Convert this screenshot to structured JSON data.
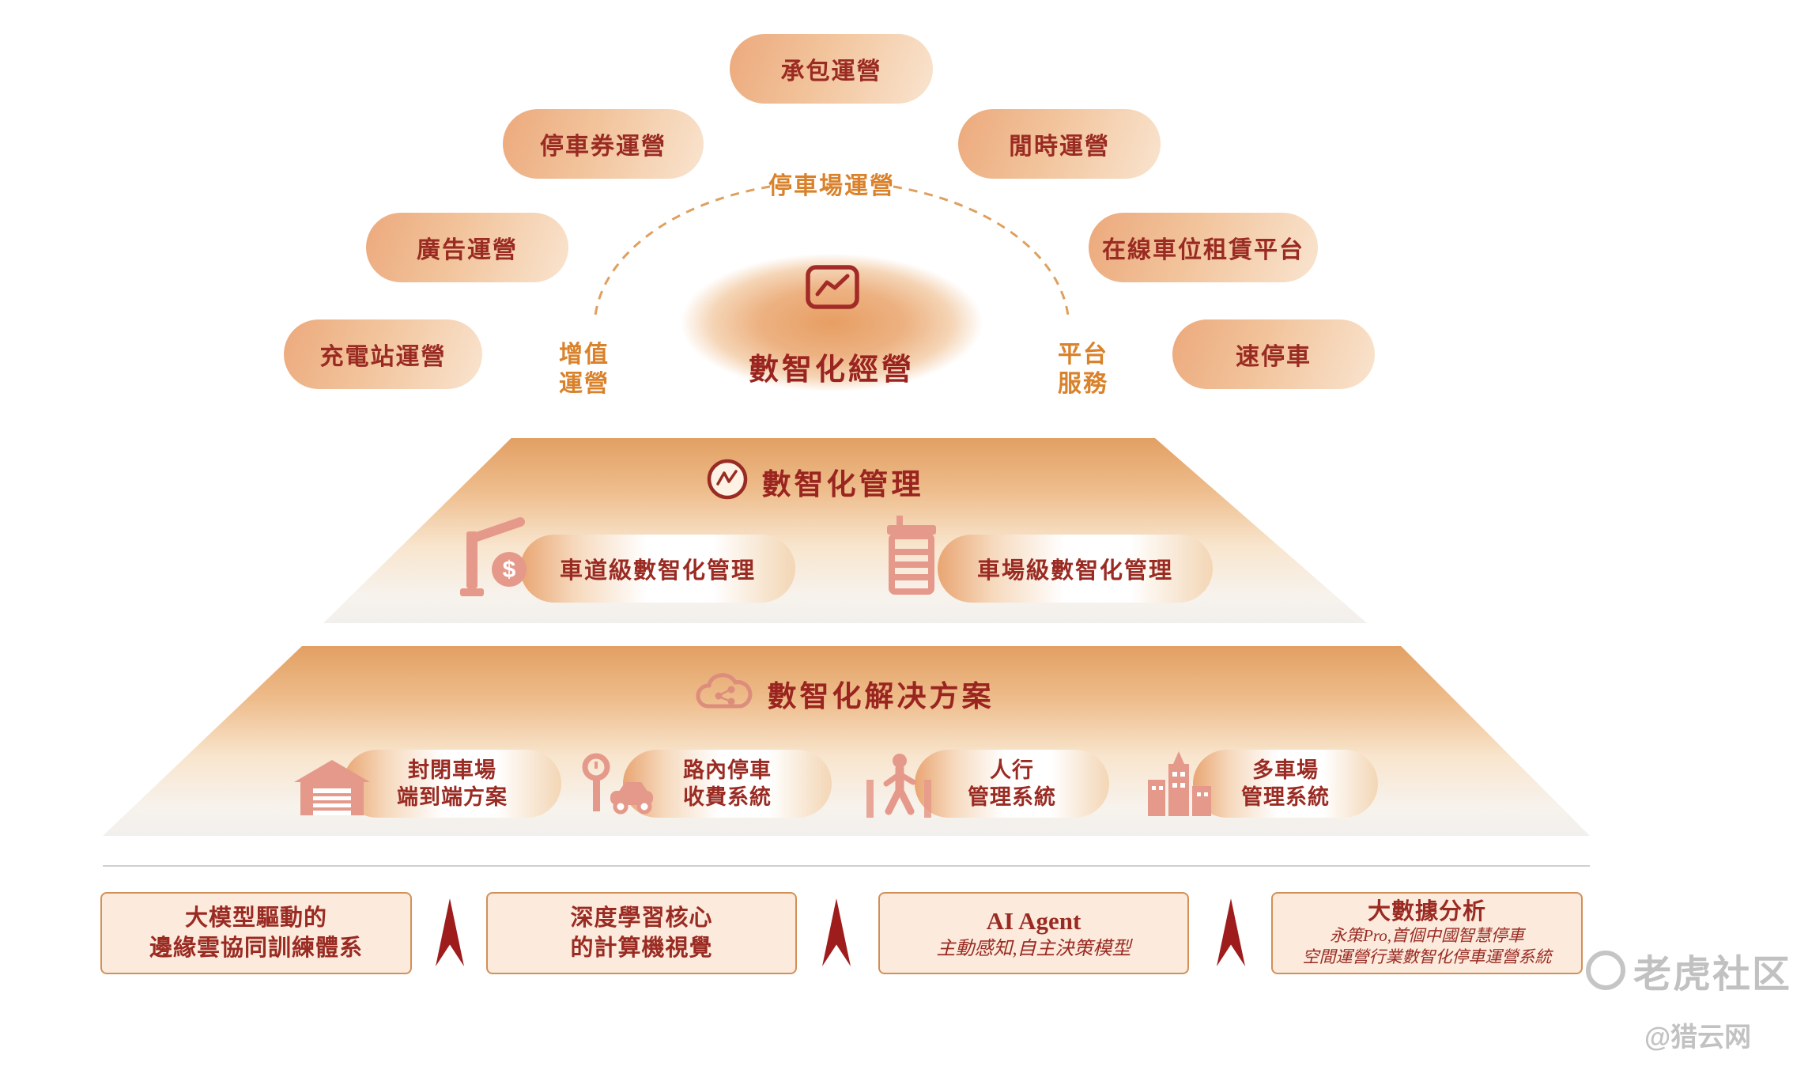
{
  "colors": {
    "dark_red": "#9a2b23",
    "orange_label": "#d9822b",
    "coral_icon": "#e5998a",
    "arrow_red": "#9e1c1c",
    "trapezoid_orange": "#e2a063",
    "box_border": "#d29059"
  },
  "operation": {
    "center_title": "數智化經營",
    "ring": {
      "top_label": "停車場運營",
      "left_label_lines": [
        "增值",
        "運營"
      ],
      "right_label_lines": [
        "平台",
        "服務"
      ]
    },
    "bubbles": [
      {
        "label": "承包運營"
      },
      {
        "label": "停車券運營"
      },
      {
        "label": "閒時運營"
      },
      {
        "label": "廣告運營"
      },
      {
        "label": "在線車位租賃平台"
      },
      {
        "label": "充電站運營"
      },
      {
        "label": "速停車"
      }
    ]
  },
  "management": {
    "title": "數智化管理",
    "pills": [
      {
        "label": "車道級數智化管理",
        "icon": "toll-gate-dollar-icon"
      },
      {
        "label": "車場級數智化管理",
        "icon": "parking-building-icon"
      }
    ]
  },
  "solutions": {
    "title": "數智化解决方案",
    "pills": [
      {
        "lines": [
          "封閉車場",
          "端到端方案"
        ],
        "icon": "garage-icon"
      },
      {
        "lines": [
          "路內停車",
          "收費系統"
        ],
        "icon": "street-parking-icon"
      },
      {
        "lines": [
          "人行",
          "管理系統"
        ],
        "icon": "pedestrian-icon"
      },
      {
        "lines": [
          "多車場",
          "管理系統"
        ],
        "icon": "multi-lot-icon"
      }
    ]
  },
  "foundation": {
    "boxes": [
      {
        "lines": [
          "大模型驅動的",
          "邊緣雲協同訓練體系"
        ]
      },
      {
        "lines": [
          "深度學習核心",
          "的計算機視覺"
        ]
      },
      {
        "title": "AI Agent",
        "subtitle": "主動感知,自主決策模型"
      },
      {
        "title": "大數據分析",
        "subtitles": [
          "永策Pro,首個中國智慧停車",
          "空間運營行業數智化停車運營系統"
        ]
      }
    ]
  },
  "watermarks": {
    "tiger": "老虎社区",
    "lieyun": "@猎云网"
  }
}
